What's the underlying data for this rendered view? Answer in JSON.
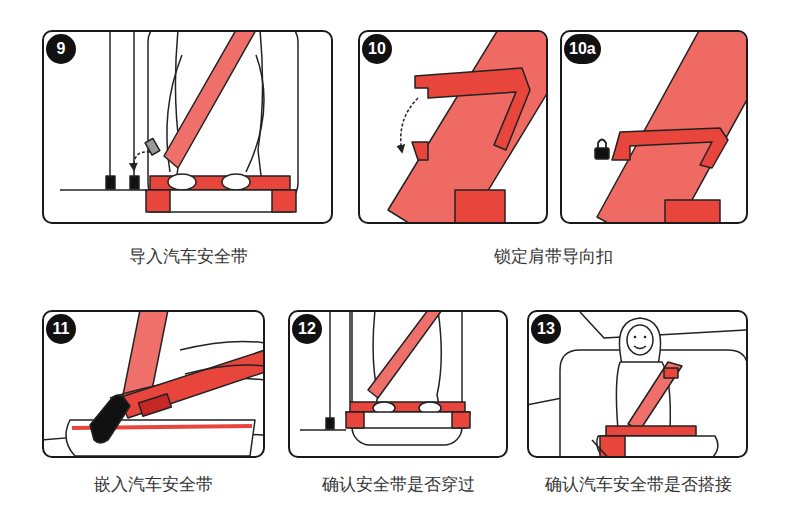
{
  "diagram": {
    "nodes": [
      {
        "text": [
          "9"
        ]
      },
      {
        "text": [
          "10"
        ]
      },
      {
        "text": [
          "10a"
        ]
      },
      {
        "text": [
          "11"
        ]
      },
      {
        "text": [
          "12"
        ]
      },
      {
        "text": [
          "13"
        ]
      }
    ],
    "labels": [
      "导入汽车安全带",
      "锁定肩带导向扣",
      "嵌入汽车安全带",
      "确认安全带是否穿过",
      "确认汽车安全带是否搭接"
    ]
  }
}
